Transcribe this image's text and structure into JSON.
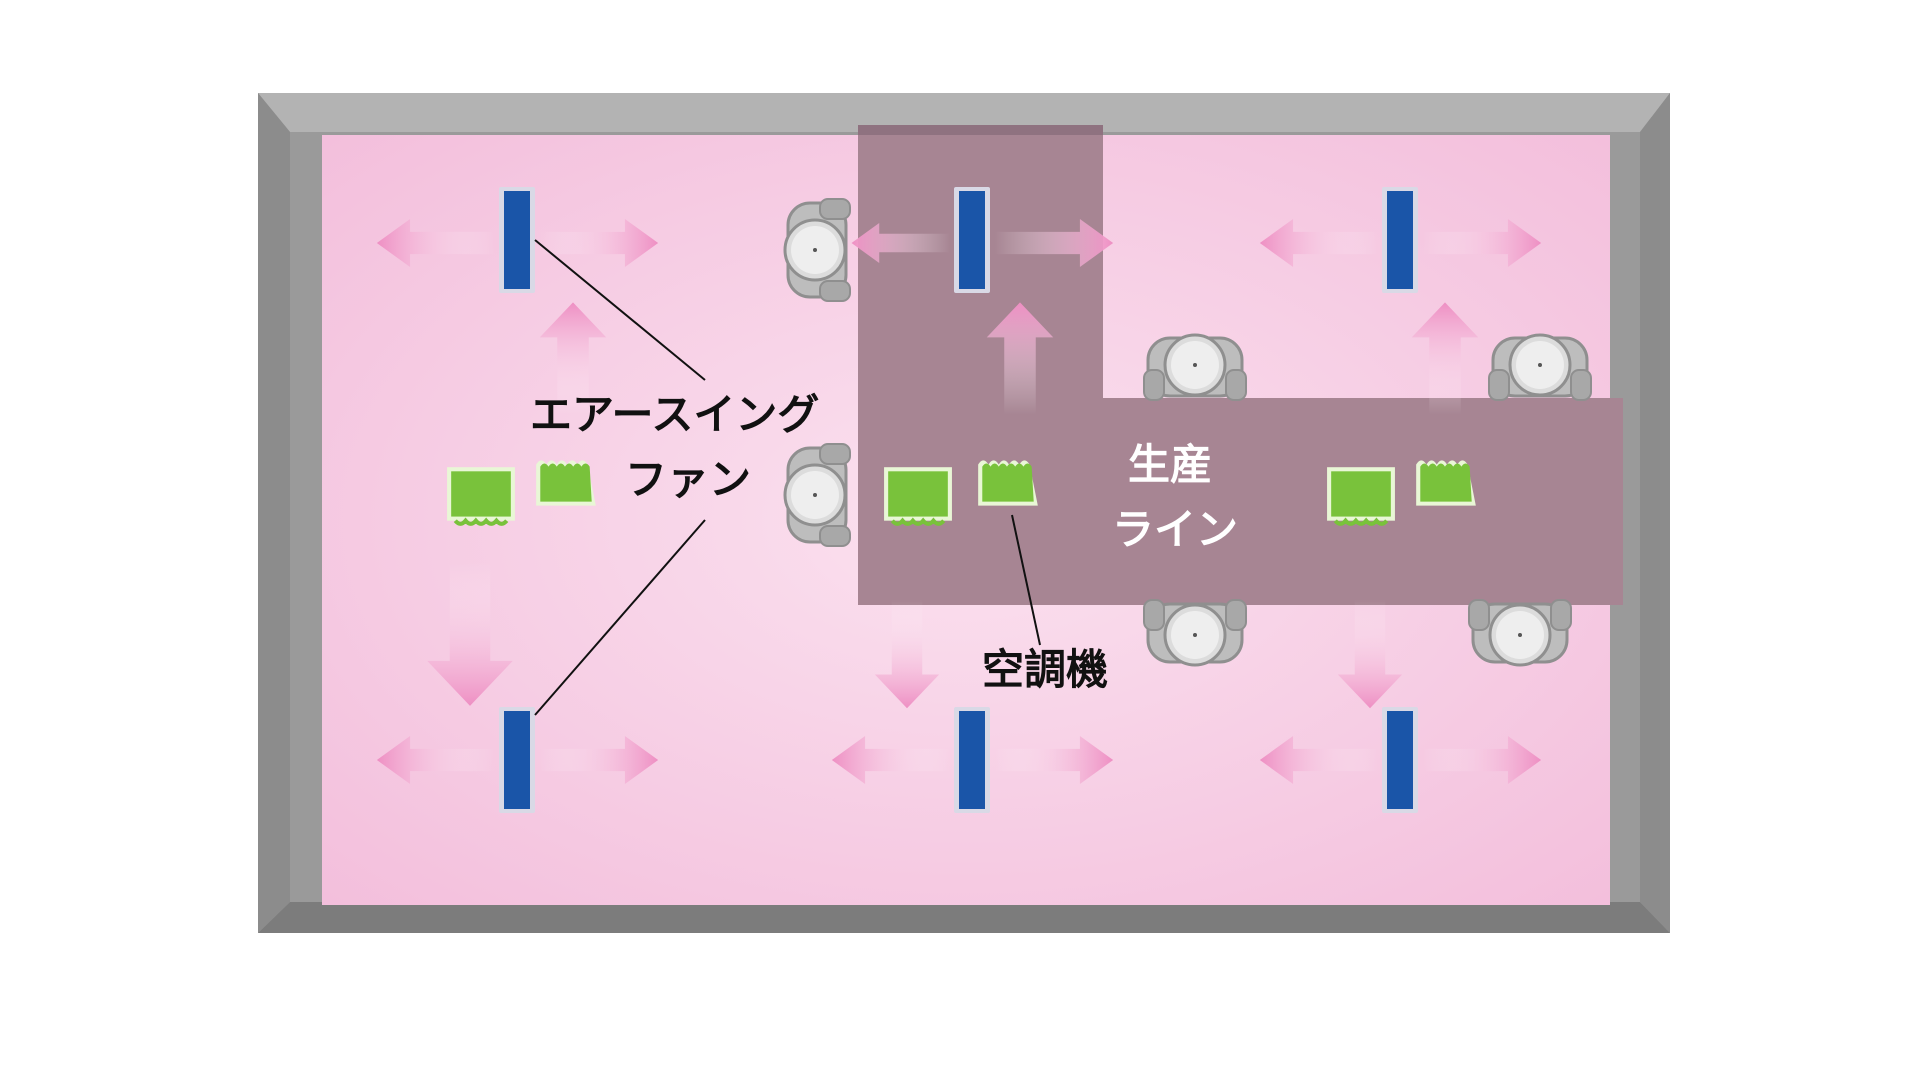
{
  "labels": {
    "fan_line1": "エアースイング",
    "fan_line2": "ファン",
    "line_line1": "生産",
    "line_line2": "ライン",
    "ac": "空調機"
  },
  "colors": {
    "frame": "#9a9a9a",
    "frame_dark": "#7c7c7c",
    "floor": "#f6cbe4",
    "floor_light": "#fbe5f1",
    "production_zone": "#a78593",
    "fan_body": "#1a55a8",
    "fan_edge": "#d9d9e6",
    "air_arrow": "#ee8fc3",
    "ac_unit": "#79c23b",
    "ac_edge": "#e9f7d6",
    "worker": "#a8a8a8",
    "leader_line": "#111111"
  },
  "icons": {
    "fan": "air-swing-fan-icon",
    "ac": "air-conditioner-icon",
    "worker": "worker-top-view-icon",
    "arrow": "airflow-arrow-icon"
  }
}
